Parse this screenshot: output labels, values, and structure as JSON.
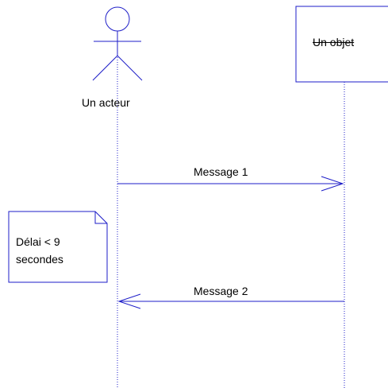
{
  "colors": {
    "stroke": "#1e1ec8",
    "text": "#000000",
    "background": "#ffffff"
  },
  "actor": {
    "label": "Un acteur"
  },
  "object": {
    "label": "Un objet"
  },
  "messages": [
    {
      "label": "Message 1"
    },
    {
      "label": "Message 2"
    }
  ],
  "note": {
    "lines": [
      "Délai < 9",
      "secondes"
    ]
  }
}
